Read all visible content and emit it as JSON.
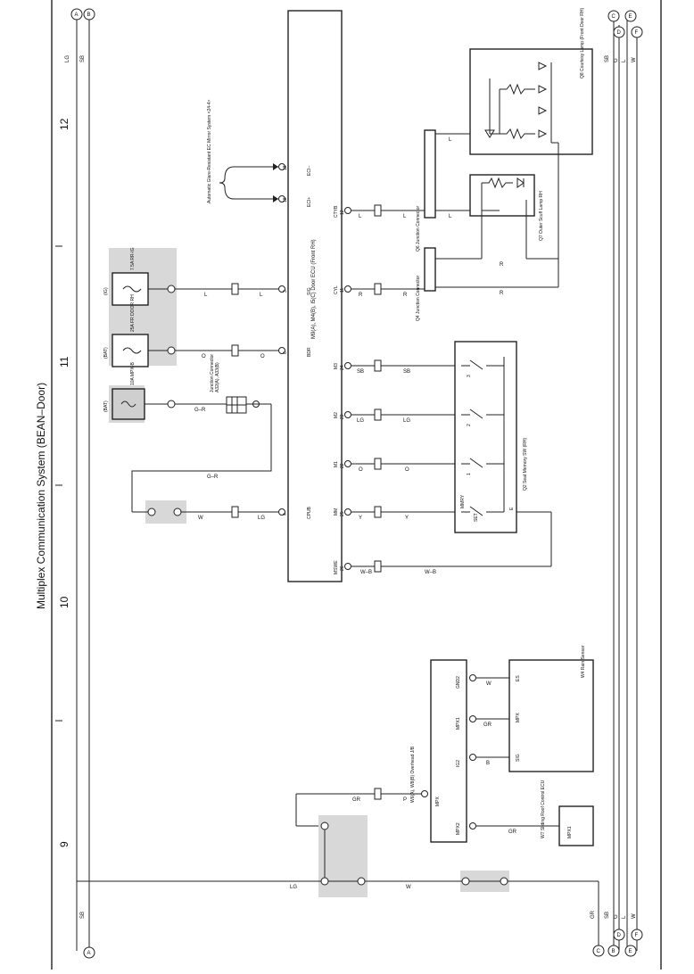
{
  "title": "Multiplex Communication System (BEAN–Door)",
  "columns": [
    "12",
    "11",
    "10",
    "9"
  ],
  "edge_refs_top": [
    "A",
    "B",
    "C",
    "E",
    "D",
    "F"
  ],
  "edge_refs_bottom": [
    "A",
    "B",
    "C",
    "E",
    "D",
    "F"
  ],
  "wire_colors_top": [
    "LG",
    "SB",
    "SB",
    "G",
    "L",
    "W"
  ],
  "wire_colors_bottom": [
    "SB",
    "GR",
    "SB",
    "G",
    "L",
    "W"
  ],
  "ecu": {
    "label": "M9(A), M4(B), I5(C)\nDoor ECU (Front RH)",
    "pins": [
      {
        "name": "ECI−",
        "num": "18"
      },
      {
        "name": "ECI+",
        "num": "18"
      },
      {
        "name": "SIG",
        "num": "3"
      },
      {
        "name": "BDR",
        "num": "6"
      },
      {
        "name": "CTYB",
        "num": "12"
      },
      {
        "name": "CYL",
        "num": "11"
      },
      {
        "name": "M3",
        "num": "24"
      },
      {
        "name": "M2",
        "num": "23"
      },
      {
        "name": "M1",
        "num": "22"
      },
      {
        "name": "MM",
        "num": "25"
      },
      {
        "name": "MSWE",
        "num": "26"
      },
      {
        "name": "CPUB",
        "num": "4"
      }
    ]
  },
  "labels": {
    "mirror": "Automatic Glare-Resistant EC Mirror System <24-4>",
    "fuse_ig": "7.5A RR-IG",
    "fuse_door": "25A FR DOOR RH",
    "fuse_mpx": "10A MPX-B",
    "src_ig": "(IG)",
    "src_bat1": "(BAT)",
    "src_bat2": "(BAT)",
    "jc_a": "Junction Connector",
    "jc_a_code": "A32(A), A33(B)",
    "q2": "Q2\nSeat Memory SW (RH)",
    "q4": "Q4\nJunction Connector",
    "q6": "Q6\nJunction Connector",
    "q7": "Q7\nOuter Scuff Lamp RH",
    "q8": "Q8\nCourtesy Lamp (Front Door RH)",
    "overhead": "W6(A), W8(B)\nOverhead J/B",
    "rain": "W4\nRain Sensor",
    "sliding": "W7\nSliding Roof Control ECU",
    "sw_mmry": "MMRY",
    "sw_set": "SET",
    "sw_e": "E",
    "sw_1": "1",
    "sw_2": "2",
    "sw_3": "3",
    "oh_mpx": "MPX",
    "oh_ig2": "IG2",
    "oh_mpx1": "MPX1",
    "oh_gnd2": "GND2",
    "oh_mpx2": "MPX2",
    "rs_sig": "SIG",
    "rs_mpx": "MPX",
    "rs_es": "ES",
    "sr_mpx1": "MPX1"
  },
  "wire_colors": {
    "ig_line": "L",
    "bat_line": "O",
    "cpub_line": "LG",
    "cpub_w": "W",
    "gr_line": "G–R",
    "ctyb_line": "L",
    "cyl_line": "R",
    "m3": "SB",
    "m2": "LG",
    "m1": "O",
    "mm": "Y",
    "mswe": "W–B",
    "oh_p": "P",
    "oh_gr": "GR",
    "oh_b": "B",
    "oh_w": "W",
    "sr_gr": "GR",
    "bottom_lg": "LG",
    "bottom_w": "W",
    "bottom_gr": "GR"
  },
  "icons": {
    "fuse": "fuse-icon",
    "lamp": "lamp-icon",
    "switch": "switch-icon",
    "ground": "ground-icon"
  }
}
